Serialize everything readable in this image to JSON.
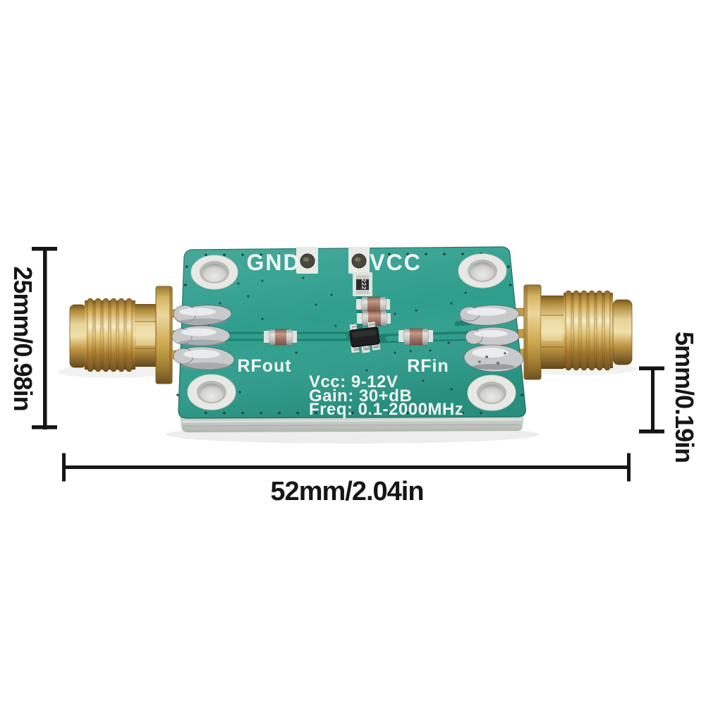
{
  "pcb": {
    "silkscreen": {
      "gnd": "GND",
      "vcc": "VCC",
      "rfout": "RFout",
      "rfin": "RFin",
      "spec_line1": "Vcc: 9-12V",
      "spec_line2": "Gain: 30+dB",
      "spec_line3": "Freq: 0.1-2000MHz"
    },
    "resistor_marking": "222"
  },
  "annotations": {
    "height_label": "25mm/0.98in",
    "thickness_label": "5mm/0.19in",
    "width_label": "52mm/2.04in"
  },
  "colors": {
    "background": "#ffffff",
    "pcb_teal": "#2f9e8d",
    "pcb_trace": "#1e8070",
    "silkscreen": "#f2f6f2",
    "connector_gold": "#d8b867",
    "solder_silver": "#c9cacb",
    "dimension": "#161616"
  }
}
